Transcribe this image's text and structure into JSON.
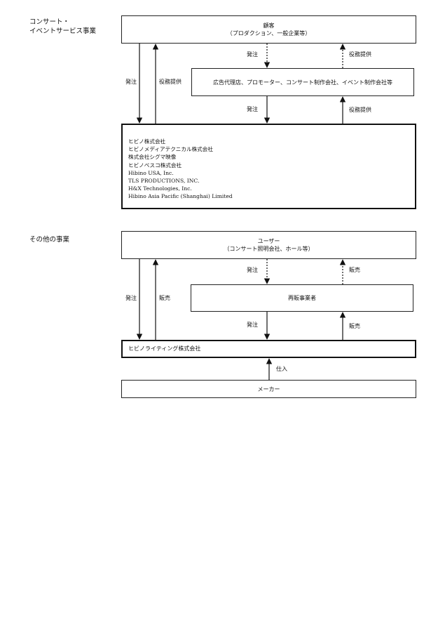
{
  "section1": {
    "label_lines": [
      "コンサート・",
      "イベントサービス事業"
    ],
    "customer": {
      "title": "顧客",
      "subtitle": "（プロダクション、一般企業等）"
    },
    "agency": "広告代理店、プロモーター、コンサート制作会社、イベント制作会社等",
    "companies": [
      "ヒビノ株式会社",
      "ヒビノメディアテクニカル株式会社",
      "株式会社シグマ映像",
      "ヒビノベスコ株式会社",
      "Hibino USA, Inc.",
      "TLS PRODUCTIONS, INC.",
      "H&X Technologies, Inc.",
      "Hibino Asia Pacific (Shanghai) Limited"
    ],
    "labels": {
      "order_left": "発注",
      "service_left": "役務提供",
      "order_top": "発注",
      "service_top": "役務提供",
      "order_bottom": "発注",
      "service_bottom": "役務提供"
    }
  },
  "section2": {
    "label": "その他の事業",
    "user": {
      "title": "ユーザー",
      "subtitle": "（コンサート照明会社、ホール等）"
    },
    "reseller": "再販事業者",
    "company": "ヒビノライティング株式会社",
    "maker": "メーカー",
    "labels": {
      "order_left": "発注",
      "sale_left": "販売",
      "order_top": "発注",
      "sale_top": "販売",
      "order_bottom": "発注",
      "sale_bottom": "販売",
      "purchase": "仕入"
    }
  }
}
